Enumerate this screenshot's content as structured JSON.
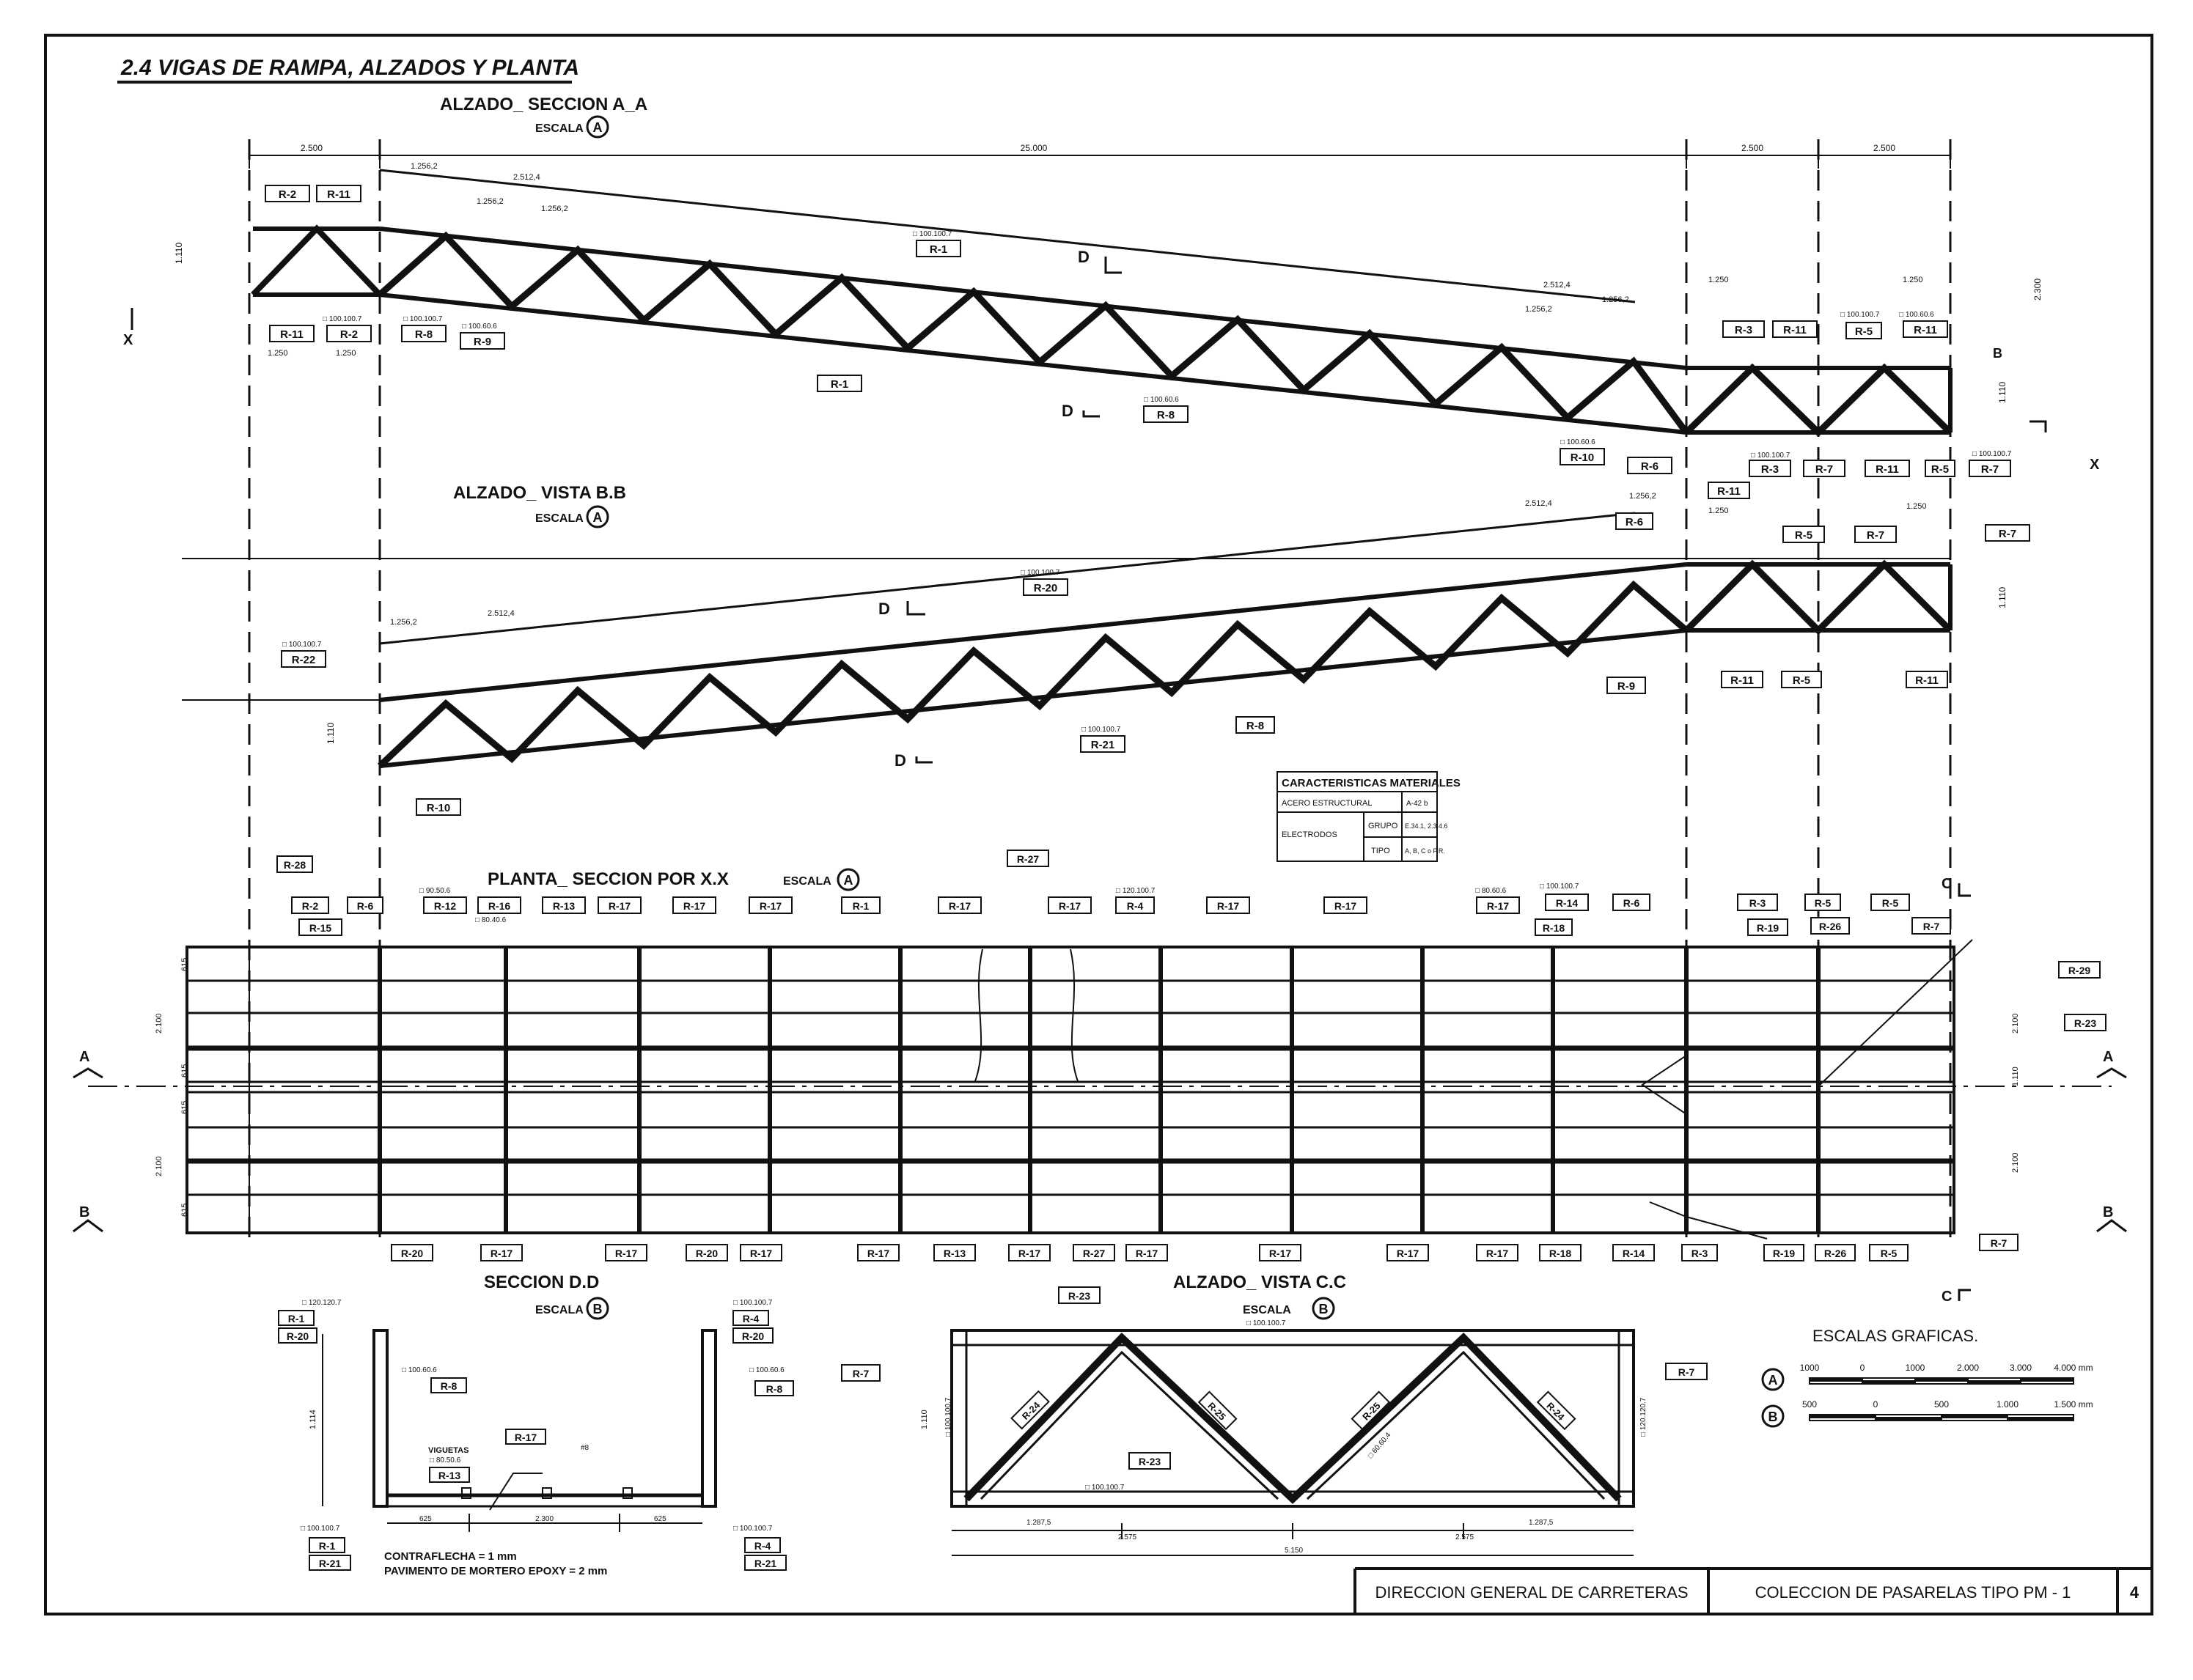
{
  "sheet_title": "2.4  VIGAS DE RAMPA, ALZADOS Y PLANTA",
  "views": {
    "alzado_aa": {
      "title": "ALZADO_ SECCION A_A",
      "escala": "ESCALA",
      "scale_ref": "A",
      "dims_top": [
        "2.500",
        "25.000",
        "2.500",
        "2.500"
      ],
      "span_dims": [
        "1.256,2",
        "2.512,4",
        "1.256,2",
        "1.256,2",
        "2.512,4",
        "1.256,2",
        "1.256,2"
      ],
      "end_dims": [
        "1.250",
        "1.250",
        "1.250",
        "1.250"
      ],
      "height_left": "1.110",
      "height_right": "1.110",
      "height_total": "2.300",
      "profiles": [
        "□ 100.100.7",
        "□ 100.100.7",
        "□ 100.100.7",
        "□ 100.60.6",
        "□ 100.60.6",
        "□ 100.60.6",
        "□ 100.100.7",
        "□ 100.100.7",
        "□ 100.60.6",
        "□ 100.100.7"
      ],
      "tags": [
        "R-2",
        "R-11",
        "R-11",
        "R-2",
        "R-8",
        "R-9",
        "R-1",
        "R-1",
        "R-8",
        "R-10",
        "R-6",
        "R-3",
        "R-11",
        "R-5",
        "R-11",
        "R-3",
        "R-7",
        "R-11",
        "R-5",
        "R-7",
        "R-11"
      ],
      "section_marks": [
        "D",
        "D",
        "B",
        "X",
        "X"
      ]
    },
    "alzado_bb": {
      "title": "ALZADO_ VISTA B.B",
      "escala": "ESCALA",
      "scale_ref": "A",
      "span_dims": [
        "1.256,2",
        "2.512,4",
        "2.512,4",
        "1.256,2",
        "1.250",
        "1.250"
      ],
      "height_left": "1.110",
      "height_right": "1.110",
      "profiles": [
        "□ 100.100.7",
        "□ 100.100.7",
        "□ 100.100.7"
      ],
      "tags": [
        "R-22",
        "R-20",
        "R-6",
        "R-5",
        "R-7",
        "R-7",
        "R-9",
        "R-11",
        "R-5",
        "R-11",
        "R-8",
        "R-21",
        "R-10"
      ],
      "section_marks": [
        "D",
        "D"
      ]
    },
    "planta": {
      "title": "PLANTA_ SECCION POR X.X",
      "escala": "ESCALA",
      "scale_ref": "A",
      "profiles": [
        "□ 90.50.6",
        "□ 80.40.6",
        "□ 120.100.7",
        "□ 80.60.6",
        "□ 100.100.7"
      ],
      "tags_top": [
        "R-28",
        "R-2",
        "R-6",
        "R-15",
        "R-12",
        "R-16",
        "R-13",
        "R-17",
        "R-17",
        "R-17",
        "R-1",
        "R-17",
        "R-27",
        "R-17",
        "R-4",
        "R-17",
        "R-17",
        "R-17",
        "R-14",
        "R-18",
        "R-6",
        "R-3",
        "R-19",
        "R-5",
        "R-26",
        "R-5",
        "R-7"
      ],
      "tags_bottom": [
        "R-20",
        "R-17",
        "R-17",
        "R-20",
        "R-17",
        "R-17",
        "R-13",
        "R-17",
        "R-27",
        "R-17",
        "R-17",
        "R-17",
        "R-17",
        "R-18",
        "R-14",
        "R-3",
        "R-19",
        "R-26",
        "R-5",
        "R-7"
      ],
      "tags_right": [
        "R-29",
        "R-23"
      ],
      "dims_left": [
        "615",
        "2.100",
        "615",
        "615",
        "2.100",
        "615"
      ],
      "dims_right": [
        "2.100",
        "1.110",
        "2.100"
      ],
      "section_marks": [
        "A",
        "A",
        "B",
        "B",
        "C",
        "C"
      ]
    },
    "seccion_dd": {
      "title": "SECCION D.D",
      "escala": "ESCALA",
      "scale_ref": "B",
      "profiles": [
        "□ 120.120.7",
        "□ 100.60.6",
        "□ 100.100.7",
        "□ 100.100.7",
        "□ 100.60.6",
        "□ 100.100.7",
        "□ 80.50.6"
      ],
      "tags": [
        "R-1",
        "R-20",
        "R-8",
        "R-4",
        "R-20",
        "R-8",
        "R-17",
        "R-13",
        "R-1",
        "R-21",
        "R-4",
        "R-21"
      ],
      "labels": [
        "VIGUETAS",
        "#8"
      ],
      "dims": [
        "625",
        "2.300",
        "625"
      ],
      "height": "1.114",
      "note1": "CONTRAFLECHA = 1 mm",
      "note2": "PAVIMENTO DE MORTERO EPOXY = 2 mm"
    },
    "alzado_cc": {
      "title": "ALZADO_ VISTA C.C",
      "escala": "ESCALA",
      "scale_ref": "B",
      "profiles": [
        "□ 100.100.7",
        "□ 100.100.7",
        "□ 100.100.7",
        "□ 120.120.7",
        "□ 60.60.4"
      ],
      "tags": [
        "R-23",
        "R-7",
        "R-7",
        "R-24",
        "R-25",
        "R-25",
        "R-24",
        "R-23"
      ],
      "dims": [
        "1.287,5",
        "2.575",
        "2.575",
        "1.287,5",
        "5.150"
      ],
      "height": "1.110"
    }
  },
  "materials": {
    "title": "CARACTERISTICAS MATERIALES",
    "rows": [
      [
        "ACERO ESTRUCTURAL",
        "",
        "A-42 b"
      ],
      [
        "ELECTRODOS",
        "GRUPO",
        "E.34.1, 2.3.4.6"
      ],
      [
        "",
        "TIPO",
        "A, B, C o P.R."
      ]
    ]
  },
  "scales": {
    "title": "ESCALAS GRAFICAS.",
    "a": {
      "label": "A",
      "ticks": [
        "1000",
        "0",
        "1000",
        "2.000",
        "3.000",
        "4.000 mm"
      ]
    },
    "b": {
      "label": "B",
      "ticks": [
        "500",
        "0",
        "500",
        "1.000",
        "1.500 mm"
      ]
    }
  },
  "title_block": {
    "org": "DIRECCION GENERAL DE CARRETERAS",
    "collection": "COLECCION DE PASARELAS TIPO  PM - 1",
    "sheet_no": "4"
  }
}
